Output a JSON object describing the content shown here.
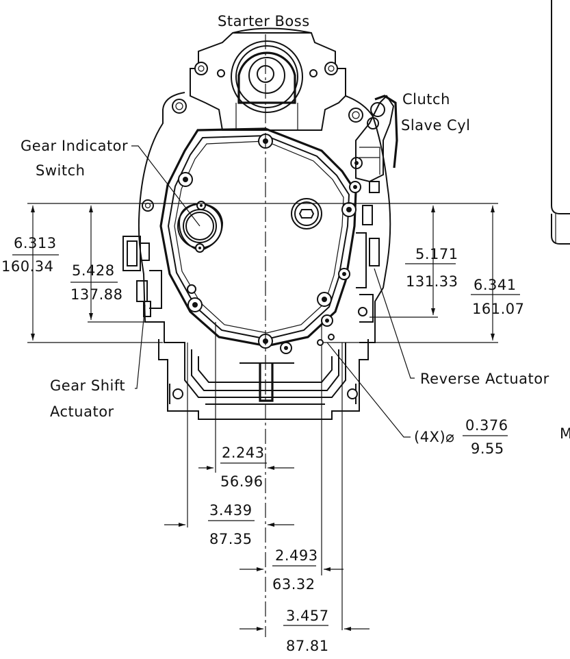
{
  "labels": {
    "starter_boss": "Starter Boss",
    "clutch_1": "Clutch",
    "clutch_2": "Slave Cyl",
    "gear_indicator_1": "Gear Indicator",
    "gear_indicator_2": "Switch",
    "gear_shift_1": "Gear Shift",
    "gear_shift_2": "Actuator",
    "reverse_actuator": "Reverse Actuator",
    "m_partial": "M"
  },
  "dimensions": {
    "d6313": {
      "in": "6.313",
      "mm": "160.34"
    },
    "d5428": {
      "in": "5.428",
      "mm": "137.88"
    },
    "d5171": {
      "in": "5.171",
      "mm": "131.33"
    },
    "d6341": {
      "in": "6.341",
      "mm": "161.07"
    },
    "hole": {
      "prefix": "(4X)⌀",
      "in": "0.376",
      "mm": "9.55"
    },
    "d2243": {
      "in": "2.243",
      "mm": "56.96"
    },
    "d3439": {
      "in": "3.439",
      "mm": "87.35"
    },
    "d2493": {
      "in": "2.493",
      "mm": "63.32"
    },
    "d3457": {
      "in": "3.457",
      "mm": "87.81"
    }
  }
}
